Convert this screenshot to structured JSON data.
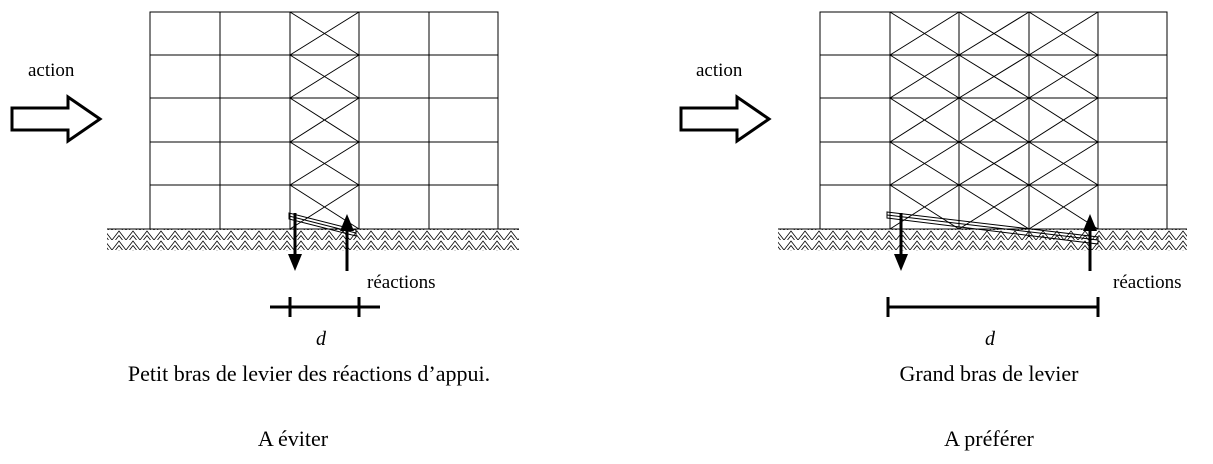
{
  "left_figure": {
    "action_label": "action",
    "reactions_label": "réactions",
    "lever_label": "d",
    "caption": "Petit bras de levier des réactions d’appui.",
    "verdict": "A éviter"
  },
  "right_figure": {
    "action_label": "action",
    "reactions_label": "réactions",
    "lever_label": "d",
    "caption": "Grand bras de levier",
    "verdict": "A préférer"
  }
}
